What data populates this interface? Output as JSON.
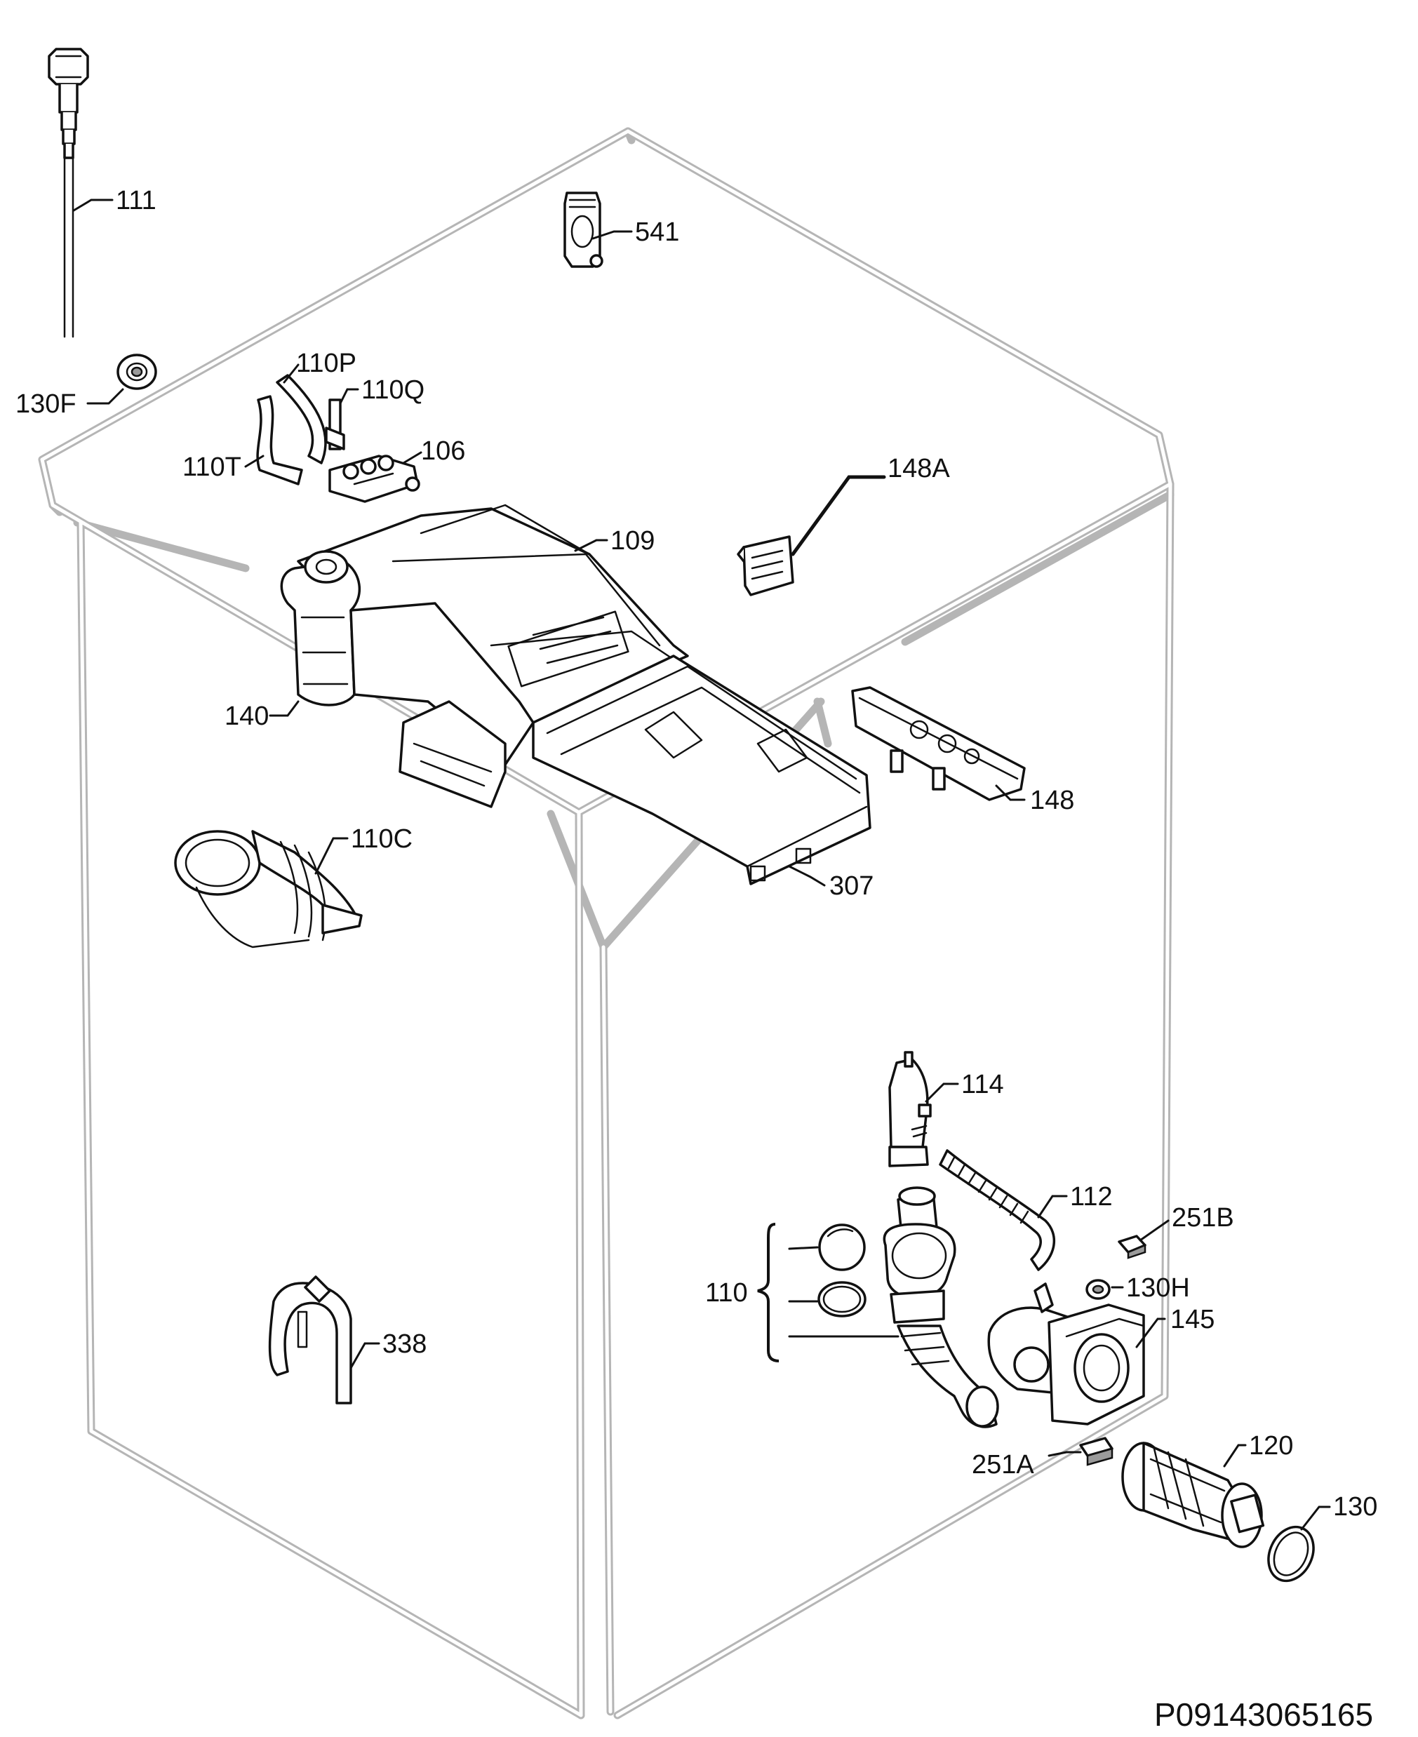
{
  "callouts": {
    "c111": "111",
    "c541": "541",
    "c110P": "110P",
    "c110Q": "110Q",
    "c130F": "130F",
    "c110T": "110T",
    "c106": "106",
    "c148A": "148A",
    "c109": "109",
    "c140": "140",
    "c148": "148",
    "c110C": "110C",
    "c307": "307",
    "c114": "114",
    "c112": "112",
    "c251B": "251B",
    "c110": "110",
    "c130H": "130H",
    "c145": "145",
    "c338": "338",
    "c120": "120",
    "c251A": "251A",
    "c130": "130"
  },
  "reference_code": "P09143065165"
}
